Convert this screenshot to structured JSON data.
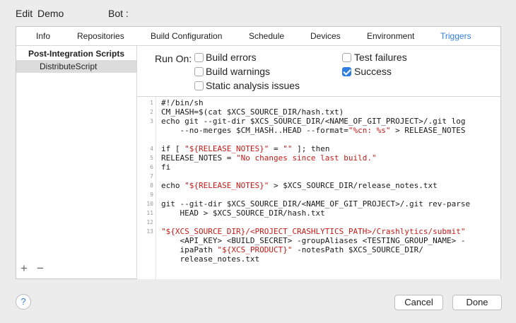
{
  "titlebar": {
    "edit_label": "Edit",
    "project_name": "Demo",
    "bot_label": "Bot :"
  },
  "tabs": [
    "Info",
    "Repositories",
    "Build Configuration",
    "Schedule",
    "Devices",
    "Environment",
    "Triggers"
  ],
  "active_tab": "Triggers",
  "sidebar": {
    "header": "Post-Integration Scripts",
    "items": [
      "DistributeScript"
    ],
    "add_label": "+",
    "remove_label": "−"
  },
  "run_on": {
    "label": "Run On:",
    "options": {
      "build_errors": {
        "label": "Build errors",
        "checked": false
      },
      "build_warnings": {
        "label": "Build warnings",
        "checked": false
      },
      "static_analysis": {
        "label": "Static analysis issues",
        "checked": false
      },
      "test_failures": {
        "label": "Test failures",
        "checked": false
      },
      "success": {
        "label": "Success",
        "checked": true
      }
    }
  },
  "script": {
    "line_numbers": [
      "1",
      "2",
      "3",
      "4",
      "5",
      "6",
      "7",
      "8",
      "9",
      "10",
      "11",
      "12",
      "13"
    ],
    "lines": [
      [
        {
          "t": "#!/bin/sh"
        }
      ],
      [
        {
          "t": "CM_HASH=$(cat $XCS_SOURCE_DIR/hash.txt)"
        }
      ],
      [
        {
          "t": "echo git --git-dir $XCS_SOURCE_DIR/<NAME_OF_GIT_PROJECT>/.git log"
        }
      ],
      [
        {
          "t": "    --no-merges $CM_HASH..HEAD --format="
        },
        {
          "t": "\"%cn: %s\"",
          "c": "red"
        },
        {
          "t": " > RELEASE_NOTES"
        }
      ],
      [
        {
          "t": ""
        }
      ],
      [
        {
          "t": "if [ "
        },
        {
          "t": "\"${RELEASE_NOTES}\"",
          "c": "red"
        },
        {
          "t": " = "
        },
        {
          "t": "\"\"",
          "c": "red"
        },
        {
          "t": " ]; then"
        }
      ],
      [
        {
          "t": "RELEASE_NOTES = "
        },
        {
          "t": "\"No changes since last build.\"",
          "c": "red"
        }
      ],
      [
        {
          "t": "fi"
        }
      ],
      [
        {
          "t": ""
        }
      ],
      [
        {
          "t": "echo "
        },
        {
          "t": "\"${RELEASE_NOTES}\"",
          "c": "red"
        },
        {
          "t": " > $XCS_SOURCE_DIR/release_notes.txt"
        }
      ],
      [
        {
          "t": ""
        }
      ],
      [
        {
          "t": "git --git-dir $XCS_SOURCE_DIR/<NAME_OF_GIT_PROJECT>/.git rev-parse"
        }
      ],
      [
        {
          "t": "    HEAD > $XCS_SOURCE_DIR/hash.txt"
        }
      ],
      [
        {
          "t": ""
        }
      ],
      [
        {
          "t": "\"${XCS_SOURCE_DIR}/<PROJECT_CRASHLYTICS_PATH>/Crashlytics/submit\"",
          "c": "red"
        }
      ],
      [
        {
          "t": "    <API_KEY> <BUILD_SECRET> -groupAliases <TESTING_GROUP_NAME> -"
        }
      ],
      [
        {
          "t": "    ipaPath "
        },
        {
          "t": "\"${XCS_PRODUCT}\"",
          "c": "red"
        },
        {
          "t": " -notesPath $XCS_SOURCE_DIR/"
        }
      ],
      [
        {
          "t": "    release_notes.txt"
        }
      ]
    ]
  },
  "footer": {
    "help_label": "?",
    "cancel_label": "Cancel",
    "done_label": "Done"
  }
}
